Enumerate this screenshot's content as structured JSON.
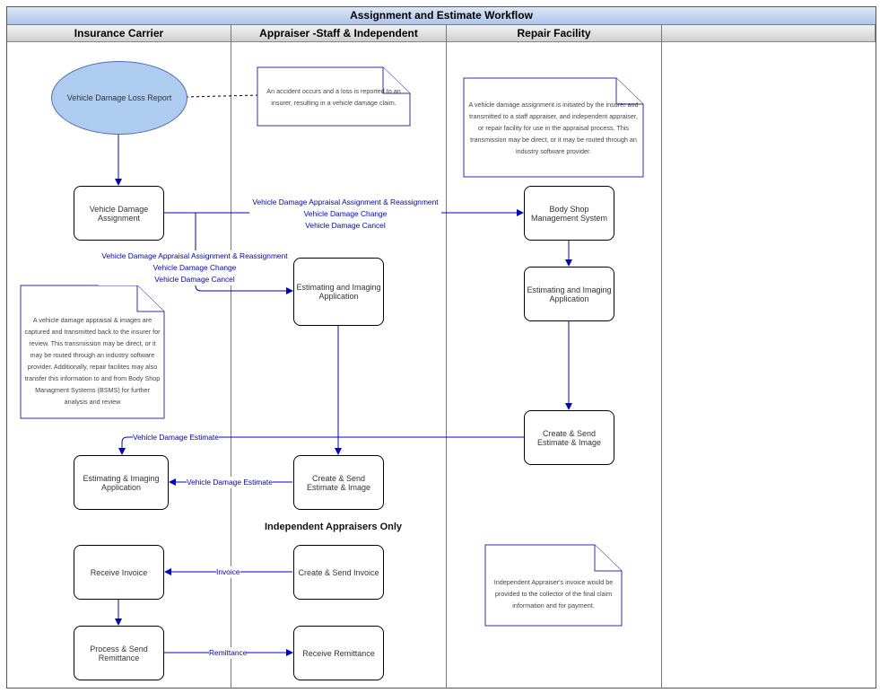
{
  "title": "Assignment and Estimate Workflow",
  "lanes": [
    "Insurance Carrier",
    "Appraiser -Staff & Independent",
    "Repair Facility",
    ""
  ],
  "nodes": {
    "loss_report": "Vehicle Damage Loss Report",
    "vd_assignment": "Vehicle Damage Assignment",
    "bsms": "Body Shop Management System",
    "eia_appraiser": "Estimating and Imaging Application",
    "eia_repair": "Estimating and Imaging Application",
    "cse_repair": "Create & Send Estimate & Image",
    "eia_carrier": "Estimating & Imaging Application",
    "cse_appraiser": "Create & Send Estimate & Image",
    "receive_invoice": "Receive Invoice",
    "create_invoice": "Create & Send Invoice",
    "process_remit": "Process & Send Remittance",
    "receive_remit": "Receive Remittance"
  },
  "notes": {
    "accident": "An accident occurs and a loss is reported to an insurer, resulting in a vehicle damage claim.",
    "assignment": "A vehicle damage assignment is initiated by the insurer and transmitted to a staff appraiser, and independent appraiser, or repair facility for use in the appraisal process.  This transmission may be direct, or it may be routed through an industry software provider.",
    "appraisal": "A vehicle damage appraisal & images are captured and transmitted back to the insurer for review.  This transmission may be direct, or it may be routed through an industry software provider.  Additionally, repair facilites may also transfer this information to and from Body Shop Managment Systems (BSMS) for further analysis and review",
    "invoice": "Independent Appraiser's invoice would be provided to the collector of the final claim information and for payment."
  },
  "edge_labels": {
    "assign_top": [
      "Vehicle Damage Appraisal Assignment & Reassignment",
      "Vehicle Damage Change",
      "Vehicle Damage Cancel"
    ],
    "assign_mid": [
      "Vehicle Damage Appraisal Assignment & Reassignment",
      "Vehicle Damage Change",
      "Vehicle Damage Cancel"
    ],
    "estimate_top": "Vehicle Damage Estimate",
    "estimate_mid": "Vehicle Damage Estimate",
    "invoice": "Invoice",
    "remittance": "Remittance"
  },
  "section_label": "Independent Appraisers Only",
  "colors": {
    "edge": "#0000d6",
    "ellipse_fill": "#aecbf0",
    "note_border": "#2f2fb8"
  }
}
